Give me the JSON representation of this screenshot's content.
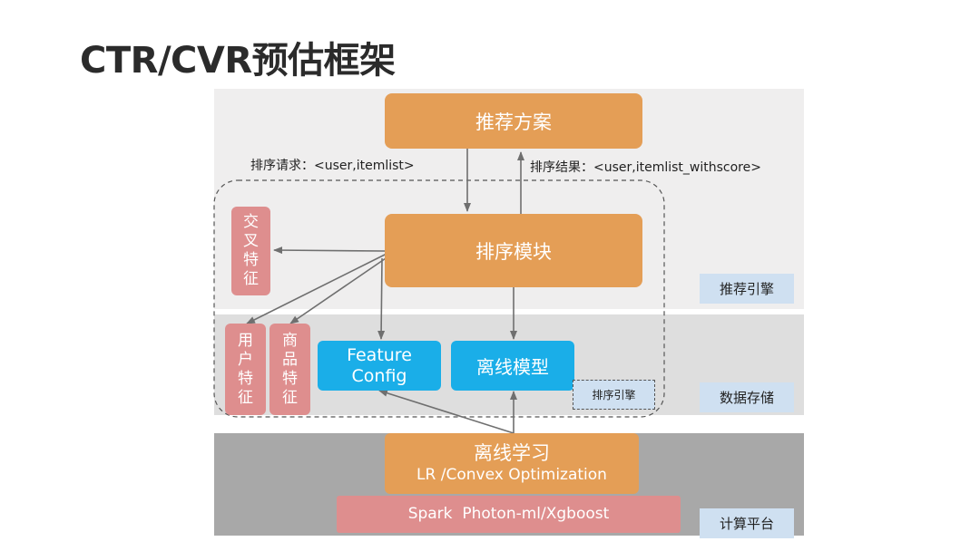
{
  "page": {
    "title": "CTR/CVR预估框架"
  },
  "diagram": {
    "nodes": {
      "recommend_plan": "推荐方案",
      "rank_module": "排序模块",
      "cross_feature": "交叉特征",
      "user_feature": "用户特征",
      "item_feature": "商品特征",
      "feature_config": "Feature Config",
      "offline_model": "离线模型",
      "offline_learning_title": "离线学习",
      "offline_learning_subtitle": "LR /Convex Optimization",
      "spark_bar": "Spark  Photon-ml/Xgboost"
    },
    "edge_labels": {
      "rank_request": "排序请求：<user,itemlist>",
      "rank_result": "排序结果：<user,itemlist_withscore>"
    },
    "layers": {
      "recommend_engine": "推荐引擎",
      "data_storage": "数据存储",
      "compute_platform": "计算平台",
      "rank_engine": "排序引擎"
    },
    "colors": {
      "orange": "#e49e56",
      "pink": "#de8e8e",
      "blue": "#1aaee8",
      "tag": "#cfe0f1",
      "band_light": "#efeeee",
      "band_mid": "#dedede",
      "band_dark": "#a8a8a8"
    }
  }
}
